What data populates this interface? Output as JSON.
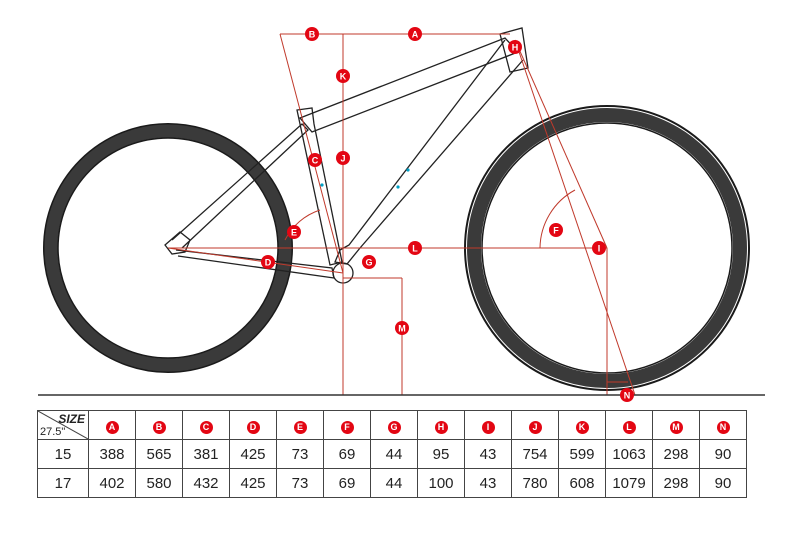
{
  "labels": {
    "A": "A",
    "B": "B",
    "C": "C",
    "D": "D",
    "E": "E",
    "F": "F",
    "G": "G",
    "H": "H",
    "I": "I",
    "J": "J",
    "K": "K",
    "L": "L",
    "M": "M",
    "N": "N"
  },
  "table": {
    "size_header": "SIZE",
    "wheel_header": "27.5\"",
    "columns": [
      "A",
      "B",
      "C",
      "D",
      "E",
      "F",
      "G",
      "H",
      "I",
      "J",
      "K",
      "L",
      "M",
      "N"
    ],
    "rows": [
      {
        "size": "15",
        "values": [
          "388",
          "565",
          "381",
          "425",
          "73",
          "69",
          "44",
          "95",
          "43",
          "754",
          "599",
          "1063",
          "298",
          "90"
        ]
      },
      {
        "size": "17",
        "values": [
          "402",
          "580",
          "432",
          "425",
          "73",
          "69",
          "44",
          "100",
          "43",
          "780",
          "608",
          "1079",
          "298",
          "90"
        ]
      }
    ]
  },
  "colors": {
    "accent": "#e30613",
    "frame": "#222222",
    "tire": "#2a2a2a",
    "highlight": "#00a0c6"
  }
}
